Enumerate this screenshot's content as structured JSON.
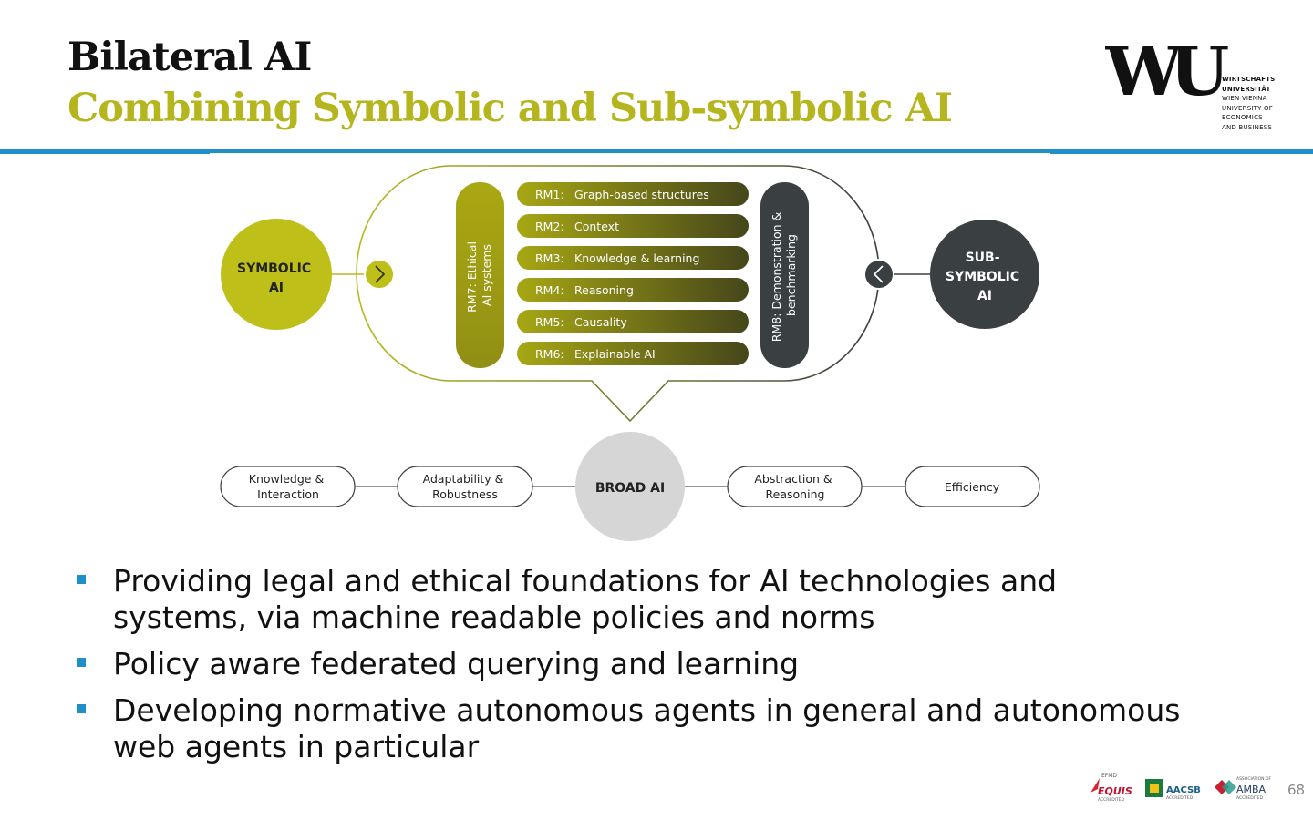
{
  "slide": {
    "title": "Bilateral AI",
    "subtitle": "Combining Symbolic and Sub-symbolic AI",
    "page_number": "68"
  },
  "logo": {
    "mark": "WU",
    "lines": [
      "WIRTSCHAFTS",
      "UNIVERSITÄT",
      "WIEN VIENNA",
      "UNIVERSITY OF",
      "ECONOMICS",
      "AND BUSINESS"
    ]
  },
  "diagram": {
    "symbolic": [
      "SYMBOLIC",
      "AI"
    ],
    "subsymbolic": [
      "SUB-",
      "SYMBOLIC",
      "AI"
    ],
    "rm7": [
      "RM7: Ethical",
      "AI systems"
    ],
    "rm8": [
      "RM8: Demonstration &",
      "benchmarking"
    ],
    "rms": [
      {
        "code": "RM1:",
        "label": "Graph-based structures"
      },
      {
        "code": "RM2:",
        "label": "Context"
      },
      {
        "code": "RM3:",
        "label": "Knowledge & learning"
      },
      {
        "code": "RM4:",
        "label": "Reasoning"
      },
      {
        "code": "RM5:",
        "label": "Causality"
      },
      {
        "code": "RM6:",
        "label": "Explainable AI"
      }
    ],
    "broad": "BROAD AI",
    "pills": [
      [
        "Knowledge &",
        "Interaction"
      ],
      [
        "Adaptability &",
        "Robustness"
      ],
      [
        "Abstraction &",
        "Reasoning"
      ],
      [
        "Efficiency"
      ]
    ],
    "colors": {
      "olive": "#bfbf1a",
      "olive_dark": "#5c5c16",
      "slate": "#3a3f42",
      "broad": "#d6d6d6"
    }
  },
  "bullets": [
    "Providing legal and ethical foundations for AI technologies and systems, via machine readable policies and norms",
    "Policy aware federated querying and learning",
    "Developing normative autonomous agents in general and autonomous web agents in particular"
  ],
  "accreditations": {
    "equis_top": "EFMD",
    "equis": "EQUIS",
    "equis_sub": "ACCREDITED",
    "aacsb": "AACSB",
    "aacsb_sub": "ACCREDITED",
    "amba_top": "ASSOCIATION OF",
    "amba": "AMBA",
    "amba_sub": "ACCREDITED"
  }
}
